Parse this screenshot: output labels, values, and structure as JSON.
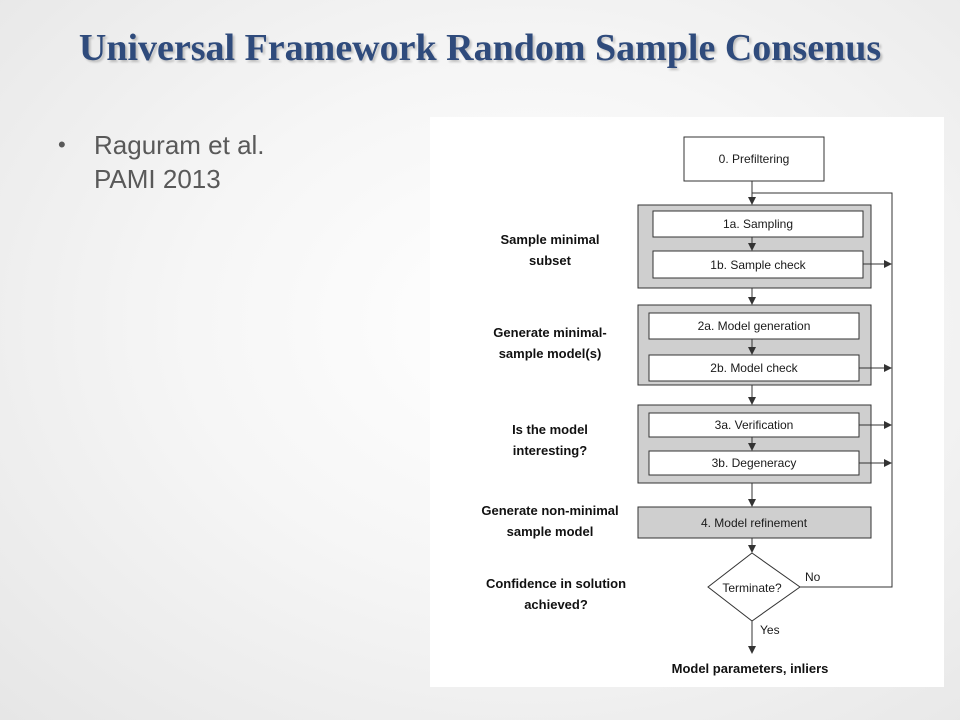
{
  "slide": {
    "title": "Universal Framework Random Sample Consenus"
  },
  "bullets": {
    "item1": {
      "line1": "Raguram et al.",
      "line2": "PAMI 2013"
    }
  },
  "diagram": {
    "boxes": {
      "prefiltering": "0. Prefiltering",
      "sampling": "1a. Sampling",
      "sample_check": "1b. Sample check",
      "model_generation": "2a. Model generation",
      "model_check": "2b. Model check",
      "verification": "3a. Verification",
      "degeneracy": "3b. Degeneracy",
      "model_refinement": "4. Model refinement",
      "terminate": "Terminate?"
    },
    "side_labels": {
      "stage1_line1": "Sample minimal",
      "stage1_line2": "subset",
      "stage2_line1": "Generate minimal-",
      "stage2_line2": "sample model(s)",
      "stage3_line1": "Is the model",
      "stage3_line2": "interesting?",
      "stage4_line1": "Generate non-minimal",
      "stage4_line2": "sample model",
      "stage5_line1": "Confidence in solution",
      "stage5_line2": "achieved?"
    },
    "edge_labels": {
      "no": "No",
      "yes": "Yes"
    },
    "output_label": "Model parameters, inliers",
    "colors": {
      "group_fill": "#cfcfcf",
      "line": "#333333",
      "box_fill": "#ffffff"
    }
  }
}
